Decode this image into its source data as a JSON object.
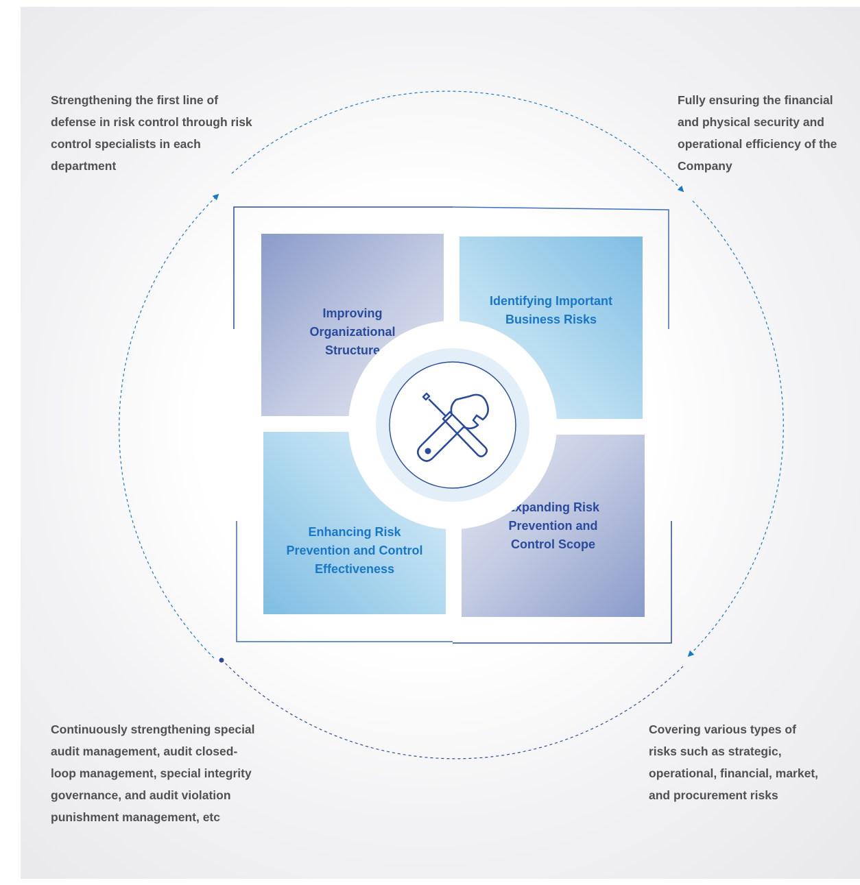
{
  "corners": {
    "top_left": "Strengthening the first line of defense in risk control through risk control specialists in each department",
    "top_right": "Fully ensuring the financial and physical security and operational efficiency of the Company",
    "bottom_left": "Continuously strengthening special audit management, audit closed-loop management, special integrity governance, and audit violation punishment management, etc",
    "bottom_right": "Covering various types of risks such as strategic, operational, financial, market, and procurement risks"
  },
  "quadrants": {
    "top_left": "Improving Organizational Structure",
    "top_right": "Identifying Important Business Risks",
    "bottom_left": "Enhancing Risk Prevention and Control Effectiveness",
    "bottom_right": "Expanding Risk Prevention and Control Scope"
  },
  "center_icon": "tools-icon",
  "colors": {
    "dark_blue": "#2a4a9b",
    "light_blue": "#1877c6",
    "frame": "#3a6cc0",
    "corner_text": "#505050"
  }
}
